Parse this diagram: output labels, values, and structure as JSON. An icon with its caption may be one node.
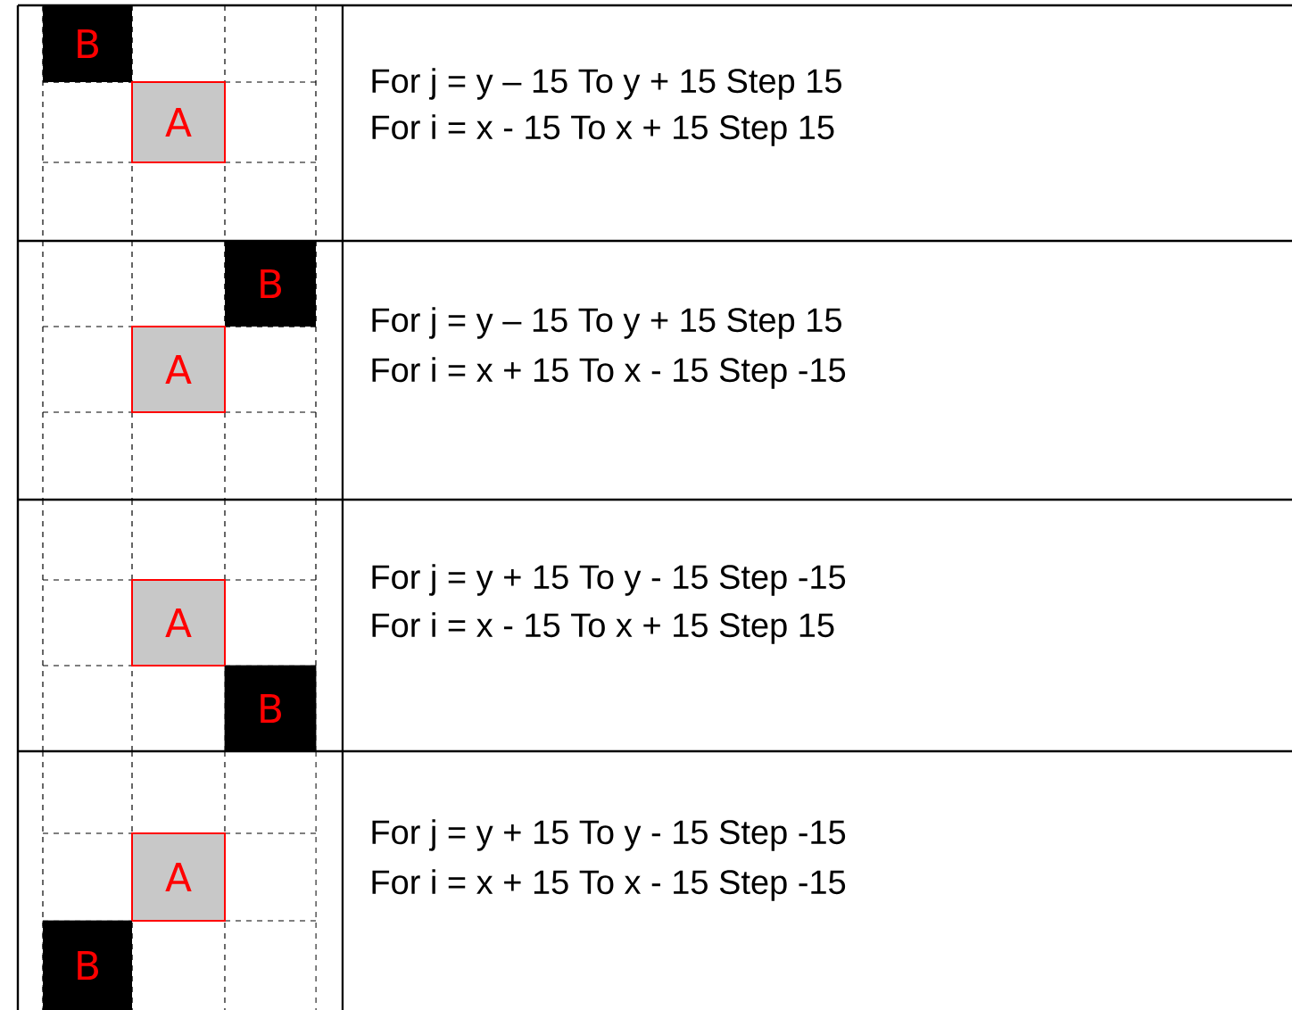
{
  "diagram": {
    "nodes": [
      {
        "text": [
          "B"
        ]
      },
      {
        "text": [
          "A"
        ]
      },
      {
        "text": [
          "B"
        ]
      },
      {
        "text": [
          "A"
        ]
      },
      {
        "text": [
          "A"
        ]
      },
      {
        "text": [
          "B"
        ]
      },
      {
        "text": [
          "A"
        ]
      },
      {
        "text": [
          "B"
        ]
      }
    ],
    "labels": [
      "For j = y – 15 To y + 15 Step 15",
      "For i = x - 15 To x + 15 Step 15",
      "For j = y – 15 To y + 15 Step 15",
      "For i = x + 15 To x - 15 Step -15",
      "For j = y + 15 To y - 15 Step -15",
      "For i = x - 15 To x + 15 Step 15",
      "For j = y + 15 To y - 15 Step -15",
      "For i = x + 15 To x - 15 Step -15"
    ]
  }
}
